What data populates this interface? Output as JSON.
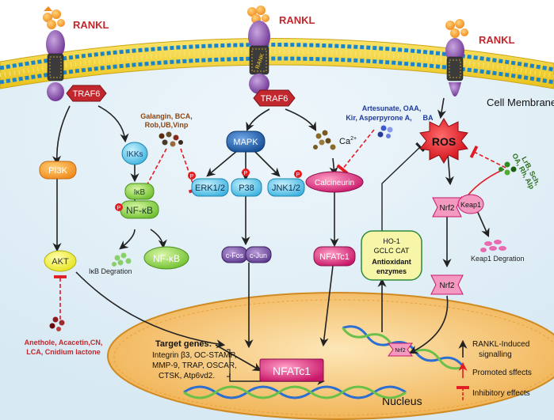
{
  "labels": {
    "rankl": "RANKL",
    "rank": "RANK",
    "cell_membrane": "Cell Membrane",
    "nucleus": "Nucleus",
    "traf6": "TRAF6",
    "pi3k": "PI3K",
    "akt": "AKT",
    "ikks": "IKKs",
    "ikb": "IκB",
    "nfkb": "NF-κB",
    "ikb_degration": "IκB Degration",
    "mapk": "MAPK",
    "erk": "ERK1/2",
    "p38": "P38",
    "jnk": "JNK1/2",
    "cfos": "c-Fos",
    "cjun": "c-Jun",
    "p": "P",
    "ca": "Ca",
    "ca_sup": "2+",
    "calcineurin": "Calcineurin",
    "nfatc1": "NFATc1",
    "ros": "ROS",
    "nrf2": "Nrf2",
    "keap1": "Keap1",
    "keap1_degration": "Keap1 Degration",
    "ho1": "HO-1",
    "gclc_cat": "GCLC  CAT",
    "antioxidant_1": "Antioxidant",
    "antioxidant_2": "enzymes",
    "target_title": "Target genes",
    "target_colon": ":",
    "target_lines": [
      "Integrin β3, OC-STAMP,",
      "MMP-9, TRAP, OSCAR,",
      "CTSK, Atp6vd2."
    ],
    "nfatc1_nucleus": "NFATc1",
    "nrf2_small": "Nrf2"
  },
  "inhibitors": {
    "galangin": [
      "Galangin, BCA,",
      "Rob,UB,Vinp"
    ],
    "artesunate": [
      "Artesunate, OAA,",
      "Kir, Asperpyrone A,",
      "BA"
    ],
    "anethole": [
      "Anethole, Acacetin,CN,",
      "LCA, Cnidium lactone"
    ],
    "lrb": [
      "LrB, Sch,",
      "OA, Rh, Alp"
    ]
  },
  "legend": {
    "induced": "RANKL-Induced",
    "induced_2": "signalling",
    "promoted": "Promoted sffects",
    "inhibitory": "Inhibitory effects"
  },
  "colors": {
    "membrane": "#f3d51f",
    "traf6": "#c1272d",
    "mapk": "#1f5fa8",
    "nrf2": "#f49ac1",
    "ros": "#e31b23",
    "inhibit": "#e31b23",
    "nucleus": "#f7cc7c"
  }
}
